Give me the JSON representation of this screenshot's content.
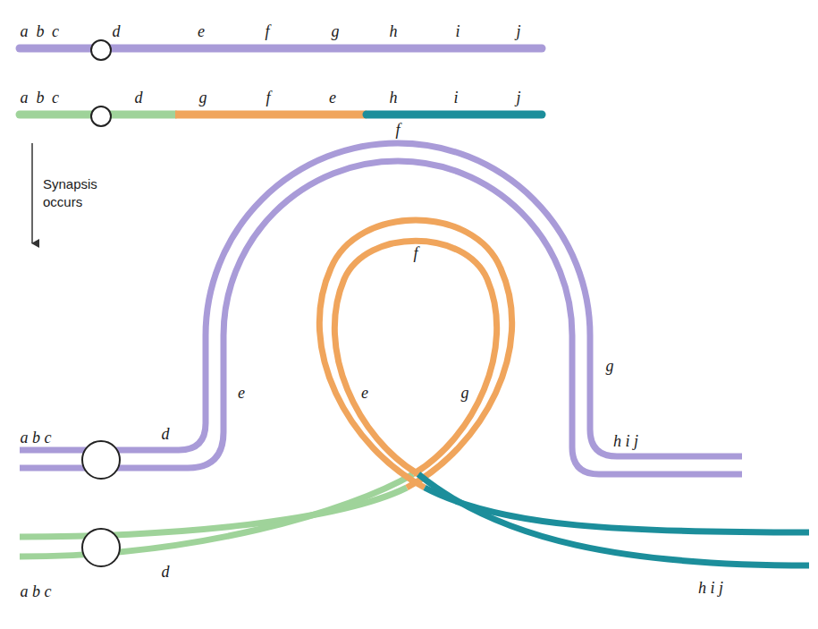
{
  "diagram": {
    "labels": [
      "a",
      "b",
      "c",
      "d",
      "e",
      "f",
      "g",
      "h",
      "i",
      "j",
      "a",
      "b",
      "c",
      "d",
      "g",
      "f",
      "e",
      "h",
      "i",
      "j",
      "Synapsis occurs",
      "f",
      "f",
      "e",
      "e",
      "g",
      "g",
      "a b c",
      "d",
      "h i j",
      "a b c",
      "d",
      "h i j"
    ]
  }
}
